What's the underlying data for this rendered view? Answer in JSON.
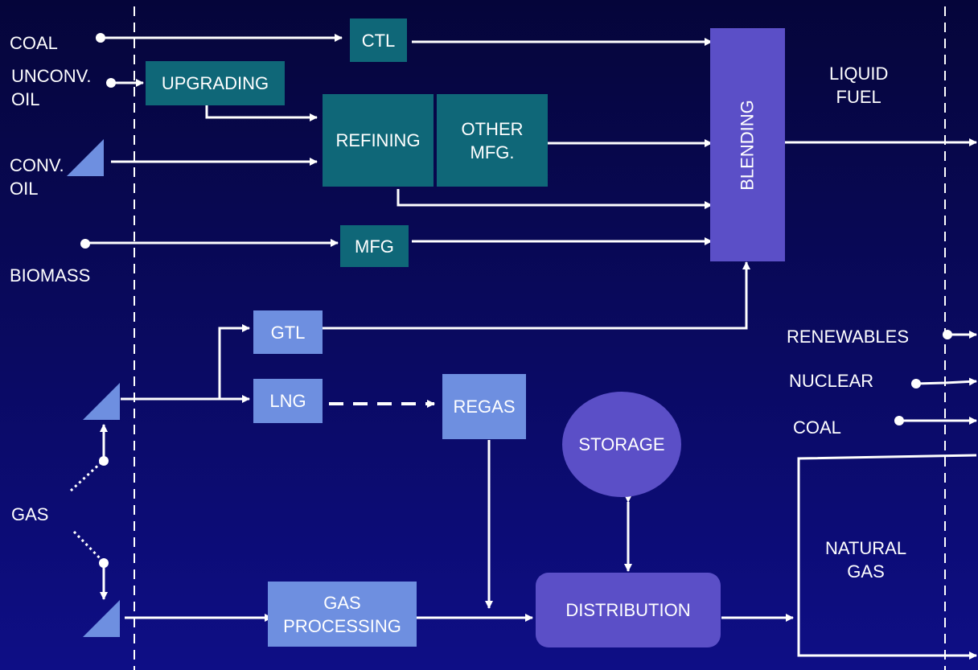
{
  "sources": {
    "coal": "COAL",
    "unconv_oil": "UNCONV.\nOIL",
    "conv_oil": "CONV.\nOIL",
    "biomass": "BIOMASS",
    "gas": "GAS"
  },
  "processes": {
    "ctl": "CTL",
    "upgrading": "UPGRADING",
    "refining": "REFINING",
    "other_mfg": "OTHER\nMFG.",
    "mfg": "MFG",
    "blending": "BLENDING",
    "gtl": "GTL",
    "lng": "LNG",
    "regas": "REGAS",
    "storage": "STORAGE",
    "gas_processing": "GAS\nPROCESSING",
    "distribution": "DISTRIBUTION"
  },
  "outputs": {
    "liquid_fuel": "LIQUID\nFUEL",
    "renewables": "RENEWABLES",
    "nuclear": "NUCLEAR",
    "coal": "COAL",
    "natural_gas": "NATURAL\nGAS"
  },
  "colors": {
    "teal_box": "#0f6778",
    "light_box": "#6e8fe0",
    "purple_box": "#5b4fc7",
    "line": "#ffffff"
  }
}
